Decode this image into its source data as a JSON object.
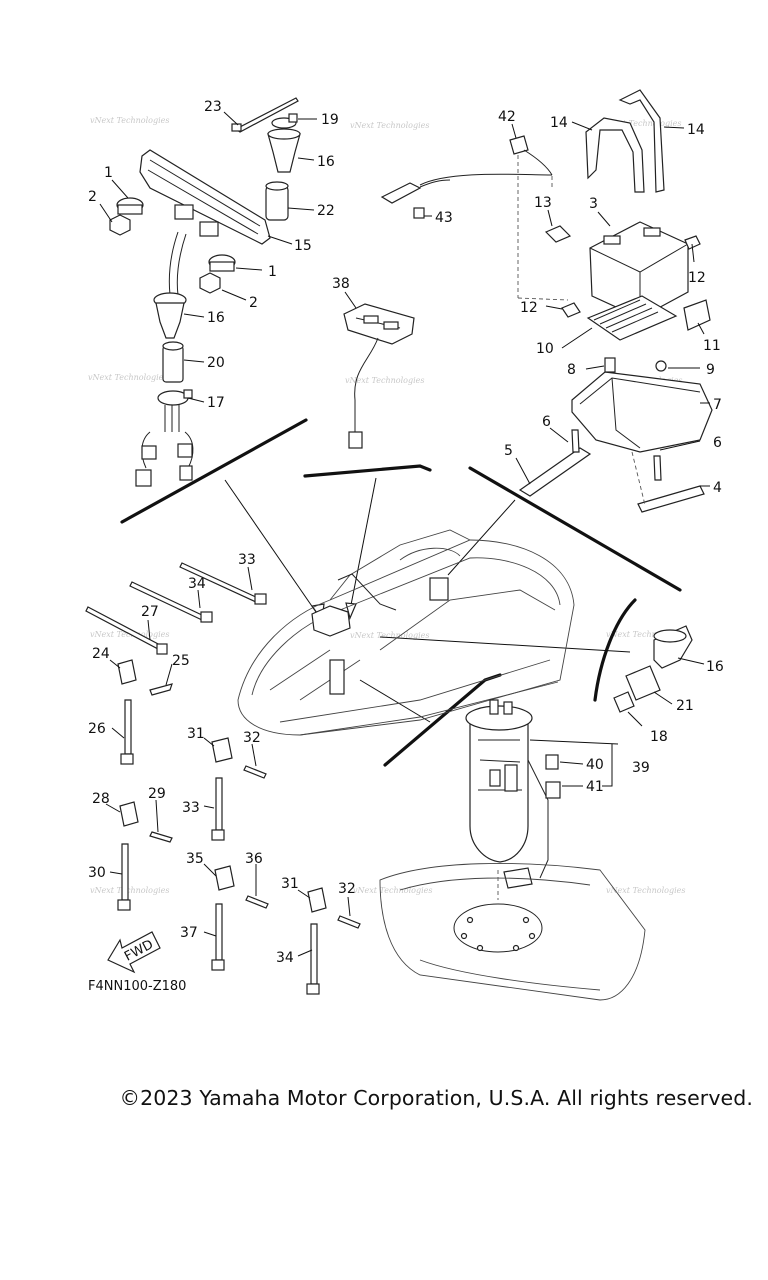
{
  "diagram": {
    "code": "F4NN100-Z180",
    "fwd_label": "FWD",
    "watermark": "vNext Technologies",
    "callouts": [
      {
        "id": "c23a",
        "text": "23"
      },
      {
        "id": "c19",
        "text": "19"
      },
      {
        "id": "c16a",
        "text": "16"
      },
      {
        "id": "c22",
        "text": "22"
      },
      {
        "id": "c15",
        "text": "15"
      },
      {
        "id": "c1a",
        "text": "1"
      },
      {
        "id": "c2a",
        "text": "2"
      },
      {
        "id": "c1b",
        "text": "1"
      },
      {
        "id": "c2b",
        "text": "2"
      },
      {
        "id": "c16b",
        "text": "16"
      },
      {
        "id": "c20",
        "text": "20"
      },
      {
        "id": "c17",
        "text": "17"
      },
      {
        "id": "c38",
        "text": "38"
      },
      {
        "id": "c42",
        "text": "42"
      },
      {
        "id": "c43",
        "text": "43"
      },
      {
        "id": "c14a",
        "text": "14"
      },
      {
        "id": "c14b",
        "text": "14"
      },
      {
        "id": "c13",
        "text": "13"
      },
      {
        "id": "c3",
        "text": "3"
      },
      {
        "id": "c12a",
        "text": "12"
      },
      {
        "id": "c12b",
        "text": "12"
      },
      {
        "id": "c10",
        "text": "10"
      },
      {
        "id": "c11",
        "text": "11"
      },
      {
        "id": "c8",
        "text": "8"
      },
      {
        "id": "c9",
        "text": "9"
      },
      {
        "id": "c7",
        "text": "7"
      },
      {
        "id": "c6a",
        "text": "6"
      },
      {
        "id": "c6b",
        "text": "6"
      },
      {
        "id": "c5",
        "text": "5"
      },
      {
        "id": "c4",
        "text": "4"
      },
      {
        "id": "c33a",
        "text": "33"
      },
      {
        "id": "c34a",
        "text": "34"
      },
      {
        "id": "c27",
        "text": "27"
      },
      {
        "id": "c24",
        "text": "24"
      },
      {
        "id": "c25",
        "text": "25"
      },
      {
        "id": "c26",
        "text": "26"
      },
      {
        "id": "c31a",
        "text": "31"
      },
      {
        "id": "c32a",
        "text": "32"
      },
      {
        "id": "c33b",
        "text": "33"
      },
      {
        "id": "c28",
        "text": "28"
      },
      {
        "id": "c29",
        "text": "29"
      },
      {
        "id": "c30",
        "text": "30"
      },
      {
        "id": "c35",
        "text": "35"
      },
      {
        "id": "c36",
        "text": "36"
      },
      {
        "id": "c37",
        "text": "37"
      },
      {
        "id": "c31b",
        "text": "31"
      },
      {
        "id": "c32b",
        "text": "32"
      },
      {
        "id": "c34b",
        "text": "34"
      },
      {
        "id": "c16c",
        "text": "16"
      },
      {
        "id": "c21",
        "text": "21"
      },
      {
        "id": "c18",
        "text": "18"
      },
      {
        "id": "c40",
        "text": "40"
      },
      {
        "id": "c39",
        "text": "39"
      },
      {
        "id": "c41",
        "text": "41"
      }
    ]
  },
  "copyright": "©2023 Yamaha Motor Corporation, U.S.A. All rights reserved."
}
